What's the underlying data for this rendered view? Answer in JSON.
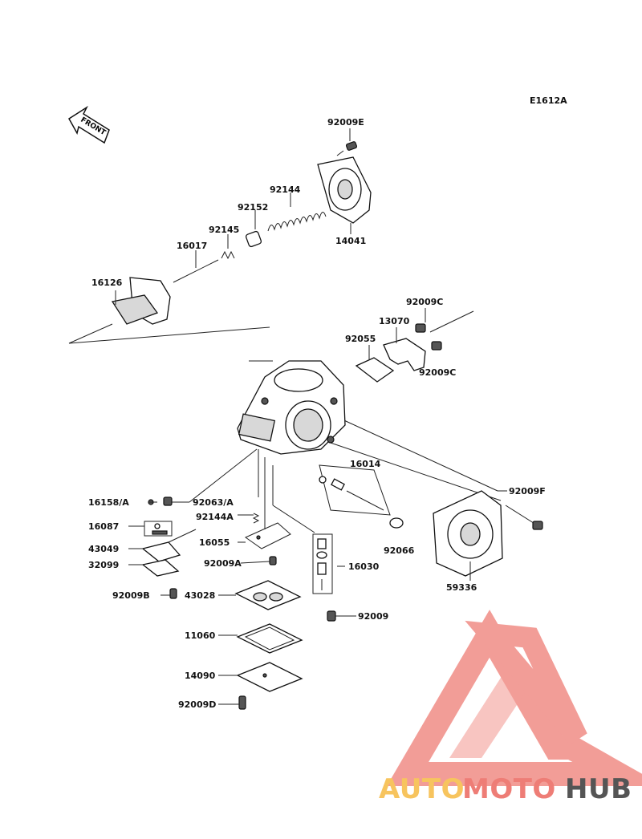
{
  "diagram": {
    "code": "E1612A",
    "front_arrow_label": "FRONT",
    "labels": {
      "p92009E": "92009E",
      "p92144_top": "92144",
      "p92152": "92152",
      "p92145": "92145",
      "p16017": "16017",
      "p16126": "16126",
      "p14041": "14041",
      "p92009C_a": "92009C",
      "p13070": "13070",
      "p92055": "92055",
      "p92009C_b": "92009C",
      "p16014": "16014",
      "p92009F": "92009F",
      "p16158A": "16158/A",
      "p92063A": "92063/A",
      "p92144A": "92144A",
      "p16087": "16087",
      "p16055": "16055",
      "p43049": "43049",
      "p92009A": "92009A",
      "p32099": "32099",
      "p92066": "92066",
      "p16030": "16030",
      "p59336": "59336",
      "p92009B": "92009B",
      "p43028": "43028",
      "p92009": "92009",
      "p11060": "11060",
      "p14090": "14090",
      "p92009D": "92009D"
    }
  },
  "watermark": {
    "part1": "AUTO",
    "part2": "MOTO",
    "part3": "HUB",
    "color1": "#f7c45e",
    "color2": "#ee7d76",
    "color3": "#555555",
    "logo_color": "#f08c86"
  }
}
